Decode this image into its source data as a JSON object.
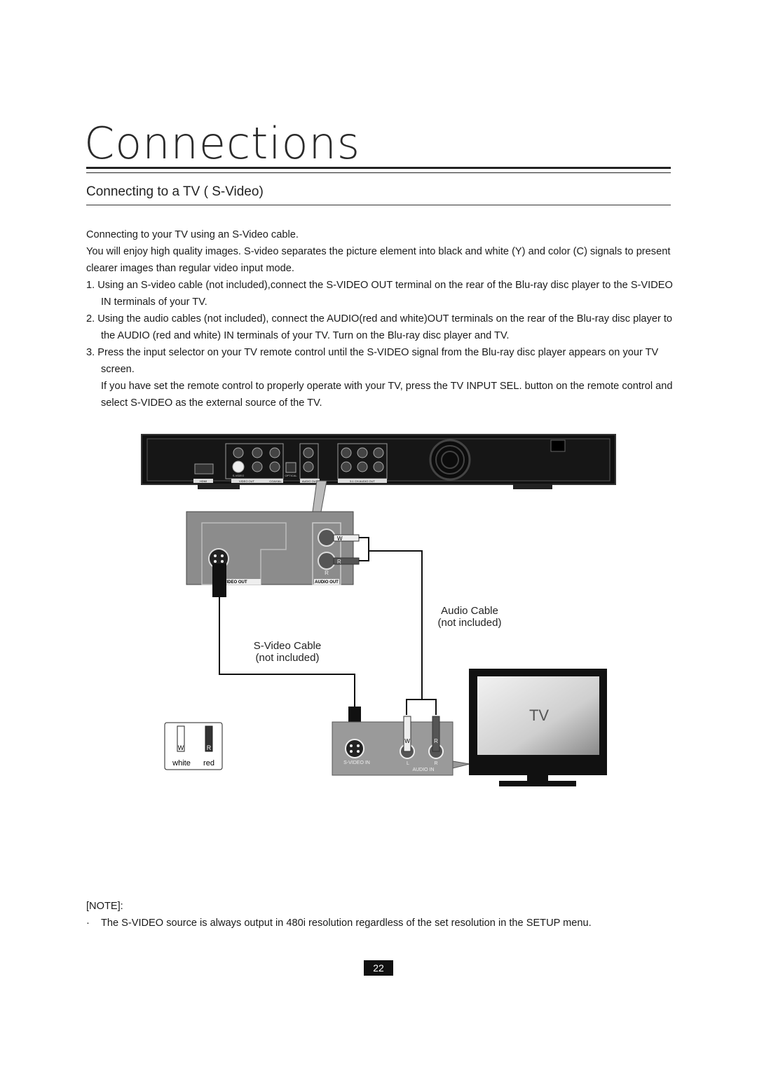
{
  "page": {
    "title": "Connections",
    "subtitle": "Connecting to a TV ( S-Video)",
    "paragraphs": {
      "p1": "Connecting to your TV using an S-Video cable.",
      "p2": "You will enjoy high quality images. S-video separates the picture element into black and white (Y) and color (C) signals to present clearer images than regular video input mode.",
      "s1": "1. Using an S-video cable (not included),connect the S-VIDEO OUT terminal on the rear of the Blu-ray disc player to the S-VIDEO IN terminals of your TV.",
      "s2": "2. Using the audio cables (not included), connect the AUDIO(red and white)OUT terminals on the rear of the Blu-ray disc player to the AUDIO (red and white) IN terminals of your TV. Turn on the Blu-ray disc player and TV.",
      "s3": "3. Press the input selector on your TV remote control until the S-VIDEO signal from the Blu-ray disc player appears on your TV screen.",
      "s3b": "If you have set the remote control to properly operate with your TV, press the TV INPUT SEL. button on the remote control and select S-VIDEO as the external source of the TV."
    },
    "diagram": {
      "audio_cable_label": "Audio Cable",
      "audio_cable_sub": "(not included)",
      "svideo_cable_label": "S-Video Cable",
      "svideo_cable_sub": "(not included)",
      "tv_label": "TV",
      "zoom_video_out": "VIDEO OUT",
      "zoom_audio_out": "AUDIO OUT",
      "zoom_r": "R",
      "tv_svideo_in": "S-VIDEO IN",
      "tv_audio_in": "AUDIO IN",
      "tv_l": "L",
      "tv_r": "R",
      "plug_w": "W",
      "plug_r": "R",
      "legend_white": "white",
      "legend_red": "red",
      "panel": {
        "hdmi": "HDMI",
        "svideo": "S-VIDEO",
        "video_out": "VIDEO OUT",
        "coaxial": "COAXIAL",
        "optical": "OPTICAL",
        "audio_out": "AUDIO OUT",
        "surround": "5.1 CH AUDIO OUT"
      }
    },
    "note_heading": "[NOTE]:",
    "note_bullet": "·",
    "note_text": "The S-VIDEO source is always output in 480i resolution regardless of the set resolution in the SETUP menu.",
    "page_number": "22"
  }
}
